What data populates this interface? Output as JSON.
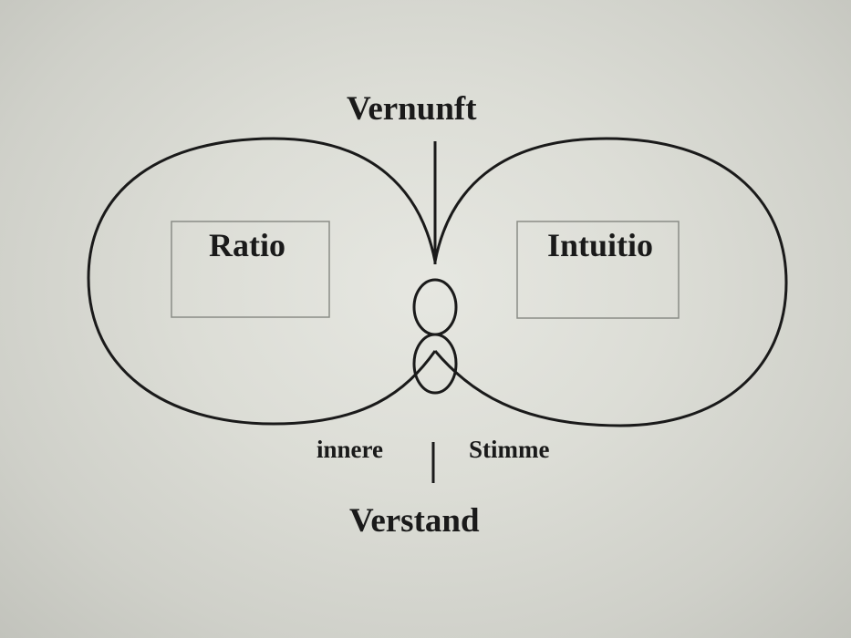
{
  "diagram": {
    "top_label": "Vernunft",
    "left_box_label": "Ratio",
    "right_box_label": "Intuitio",
    "bottom_left_label": "innere",
    "bottom_right_label": "Stimme",
    "bottom_label": "Verstand"
  },
  "colors": {
    "stroke": "#1a1a1a",
    "box_stroke": "#8a8c86",
    "background": "#dcddd6"
  }
}
